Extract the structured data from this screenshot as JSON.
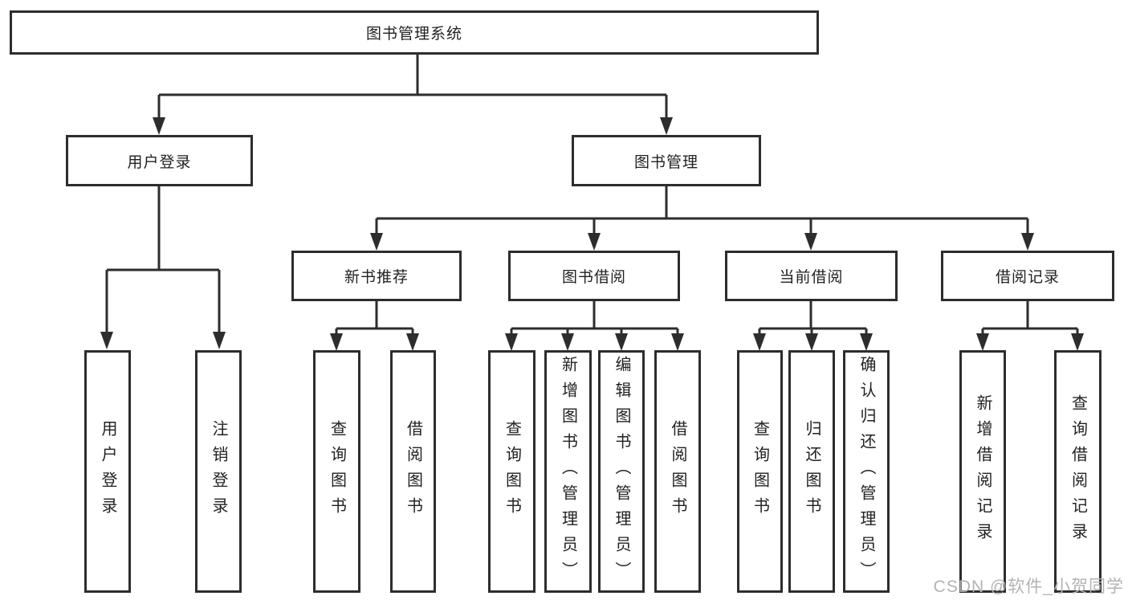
{
  "diagram_type": "tree",
  "tree": {
    "label": "图书管理系统",
    "children": [
      {
        "label": "用户登录",
        "children": [
          {
            "label": "用户登录"
          },
          {
            "label": "注销登录"
          }
        ]
      },
      {
        "label": "图书管理",
        "children": [
          {
            "label": "新书推荐",
            "children": [
              {
                "label": "查询图书"
              },
              {
                "label": "借阅图书"
              }
            ]
          },
          {
            "label": "图书借阅",
            "children": [
              {
                "label": "查询图书"
              },
              {
                "label": "新增图书（管理员）"
              },
              {
                "label": "编辑图书（管理员）"
              },
              {
                "label": "借阅图书"
              }
            ]
          },
          {
            "label": "当前借阅",
            "children": [
              {
                "label": "查询图书"
              },
              {
                "label": "归还图书"
              },
              {
                "label": "确认归还（管理员）"
              }
            ]
          },
          {
            "label": "借阅记录",
            "children": [
              {
                "label": "新增借阅记录"
              },
              {
                "label": "查询借阅记录"
              }
            ]
          }
        ]
      }
    ]
  },
  "watermark": {
    "text": "CSDN @软件_小贺同学"
  },
  "colors": {
    "line": "#2d2d2d",
    "box_background": "#ffffff",
    "text": "#222222",
    "watermark": "#b3b3b3"
  }
}
